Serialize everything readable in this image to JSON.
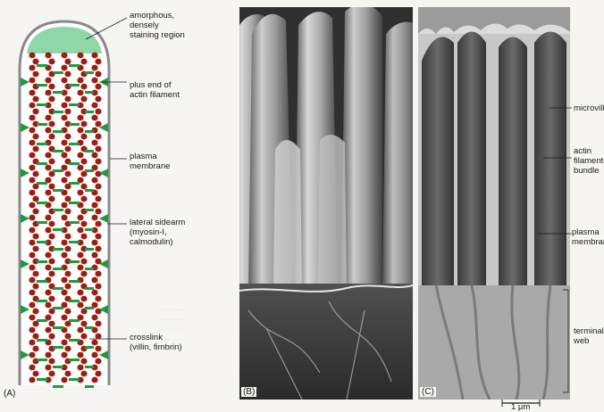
{
  "figure": {
    "panel_a": {
      "label": "(A)",
      "callouts": [
        {
          "id": "amorphous",
          "text": "amorphous,\ndensely\nstaining region"
        },
        {
          "id": "plus-end",
          "text": "plus end of\nactin filament"
        },
        {
          "id": "plasma-membrane",
          "text": "plasma\nmembrane"
        },
        {
          "id": "sidearm",
          "text": "lateral sidearm\n(myosin-I,\ncalmodulin)"
        },
        {
          "id": "crosslink",
          "text": "crosslink\n(villin, fimbrin)"
        }
      ],
      "colors": {
        "actin": "#9c1f14",
        "crosslink": "#1f9a3e",
        "cap": "#8fd6a8",
        "membrane": "#8a8a8a"
      }
    },
    "panel_b": {
      "label": "(B)"
    },
    "panel_c": {
      "label": "(C)",
      "callouts": [
        {
          "id": "microvilli",
          "text": "microvilli"
        },
        {
          "id": "actin-bundle",
          "text": "actin\nfilament\nbundle"
        },
        {
          "id": "plasma-membrane",
          "text": "plasma\nmembrane"
        },
        {
          "id": "terminal-web",
          "text": "terminal\nweb"
        }
      ],
      "scale_bar": "1 μm"
    }
  }
}
